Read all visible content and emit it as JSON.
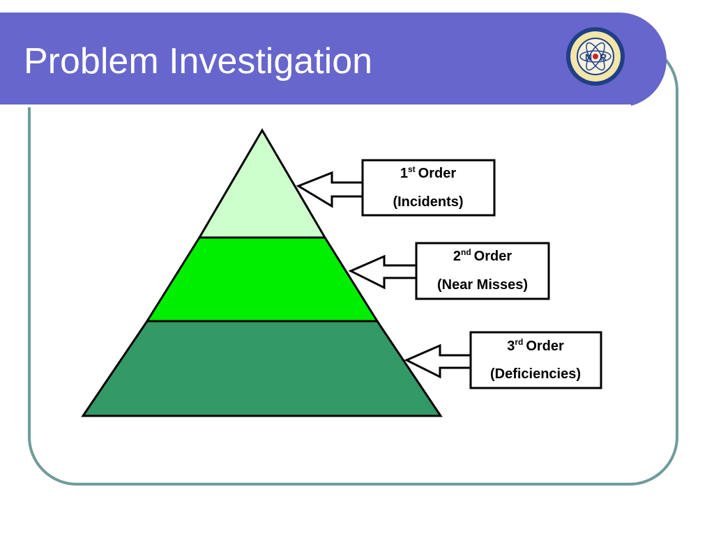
{
  "slide": {
    "title": "Problem Investigation"
  },
  "logo": {
    "icon": "naval-reactors-seal-icon",
    "monogram_left": "N",
    "monogram_right": "R"
  },
  "pyramid": {
    "tiers": [
      {
        "id": "tier-1",
        "color": "#ccffcc"
      },
      {
        "id": "tier-2",
        "color": "#00ee00"
      },
      {
        "id": "tier-3",
        "color": "#339966"
      }
    ]
  },
  "labels": [
    {
      "num": "1",
      "sup": "st",
      "word": "Order",
      "sub": "(Incidents)"
    },
    {
      "num": "2",
      "sup": "nd",
      "word": "Order",
      "sub": "(Near Misses)"
    },
    {
      "num": "3",
      "sup": "rd",
      "word": "Order",
      "sub": "(Deficiencies)"
    }
  ]
}
